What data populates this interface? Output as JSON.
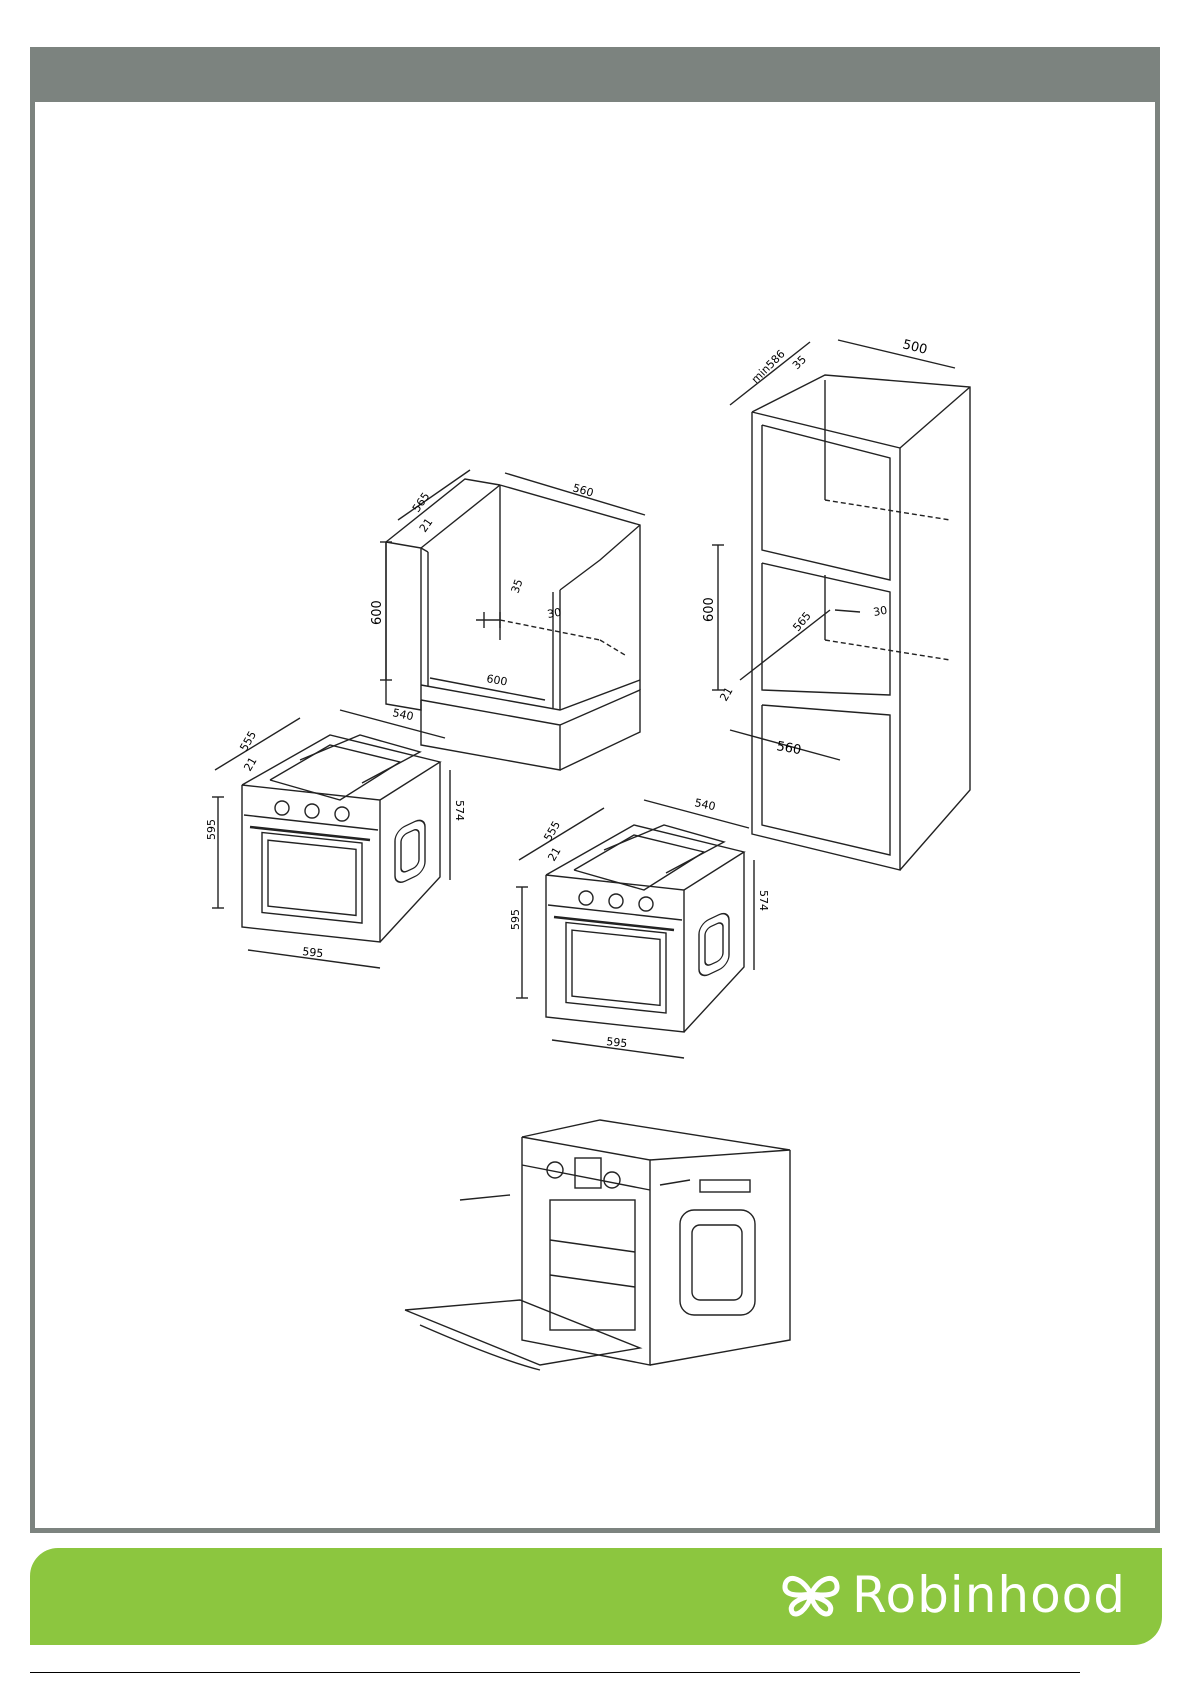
{
  "brand": {
    "name": "Robinhood",
    "color": "#8cc63f",
    "logo_icon": "butterfly-icon"
  },
  "frame_color": "#7c837f",
  "dimensions": {
    "oven_left": {
      "depth": "555",
      "front": "21",
      "width_top": "540",
      "height": "595",
      "side_height": "574",
      "width": "595"
    },
    "oven_right": {
      "depth": "555",
      "front": "21",
      "width_top": "540",
      "height": "595",
      "side_height": "574",
      "width": "595"
    },
    "under_counter": {
      "depth": "565",
      "front": "21",
      "width_top": "560",
      "height": "600",
      "vent": "35",
      "gap": "30",
      "width": "600"
    },
    "tall_cabinet": {
      "depth_min": "min586",
      "top_vent": "35",
      "width_top": "500",
      "height": "600",
      "gap": "30",
      "inner_depth": "565",
      "front": "21",
      "width": "560"
    }
  }
}
